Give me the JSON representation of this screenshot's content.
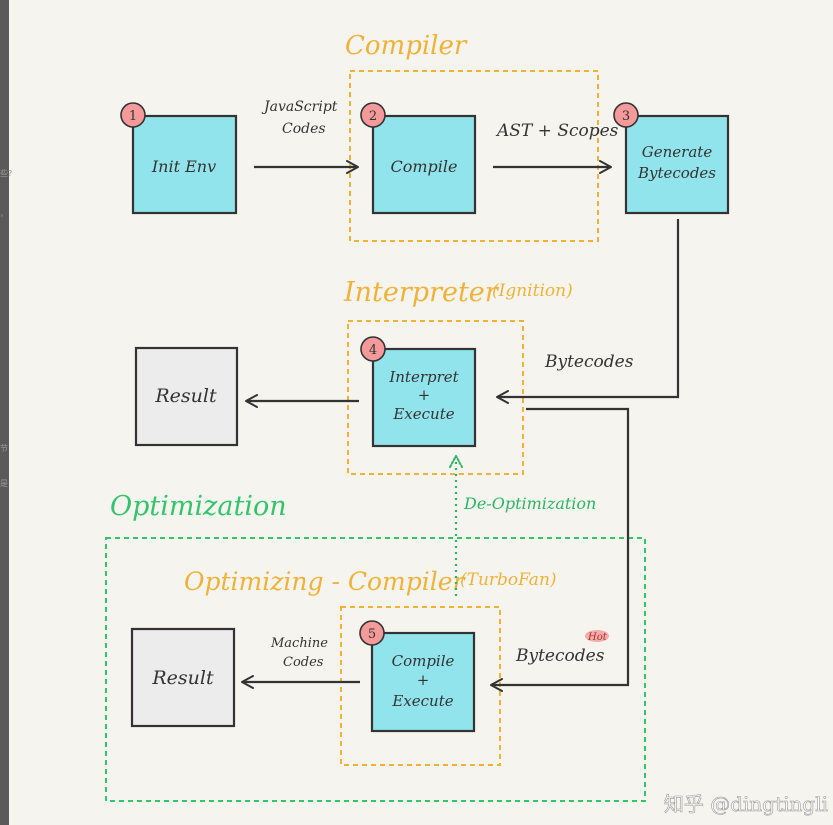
{
  "sections": {
    "compiler": "Compiler",
    "interpreter": "Interpreter",
    "interpreter_sub": "(Ignition)",
    "optimization": "Optimization",
    "optimizing_compiler": "Optimizing - Compiler",
    "optimizing_compiler_sub": "(TurboFan)"
  },
  "nodes": [
    {
      "id": "init-env",
      "number": "1",
      "lines": [
        "Init Env"
      ]
    },
    {
      "id": "compile",
      "number": "2",
      "lines": [
        "Compile"
      ]
    },
    {
      "id": "generate-bytecodes",
      "number": "3",
      "lines": [
        "Generate",
        "Bytecodes"
      ]
    },
    {
      "id": "interpret-execute",
      "number": "4",
      "lines": [
        "Interpret",
        "+",
        "Execute"
      ]
    },
    {
      "id": "compile-execute",
      "number": "5",
      "lines": [
        "Compile",
        "+",
        "Execute"
      ]
    }
  ],
  "results": {
    "top": "Result",
    "bottom": "Result"
  },
  "edge_labels": {
    "javascript_codes": [
      "JavaScript",
      "Codes"
    ],
    "ast_scopes": "AST + Scopes",
    "bytecodes": "Bytecodes",
    "de_optimization": "De-Optimization",
    "bytecodes_hot": "Bytecodes",
    "hot": "Hot",
    "machine_codes": [
      "Machine",
      "Codes"
    ]
  },
  "left_margin_glyphs": [
    "些?",
    "，",
    "节",
    "是"
  ],
  "watermark": "知乎 @dingtingli",
  "colors": {
    "box_fill": "#92e4ec",
    "result_fill": "#ececec",
    "compiler_orange": "#f0b23a",
    "optimization_green": "#35c46a",
    "badge": "#f49a9a",
    "ink": "#333333"
  }
}
